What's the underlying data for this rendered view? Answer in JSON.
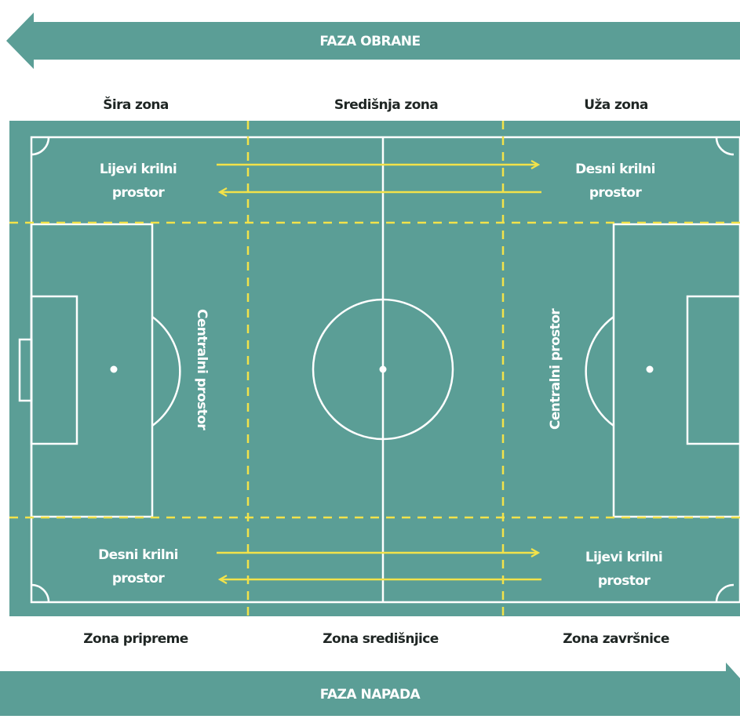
{
  "top_banner": {
    "label": "FAZA OBRANE",
    "direction": "left"
  },
  "bottom_banner": {
    "label": "FAZA NAPADA",
    "direction": "right"
  },
  "top_zones": [
    "Šira zona",
    "Središnja zona",
    "Uža zona"
  ],
  "bottom_zones": [
    "Zona pripreme",
    "Zona središnjice",
    "Zona završnice"
  ],
  "pitch": {
    "top_left_label": [
      "Lijevi krilni",
      "prostor"
    ],
    "top_right_label": [
      "Desni krilni",
      "prostor"
    ],
    "bottom_left_label": [
      "Desni krilni",
      "prostor"
    ],
    "bottom_right_label": [
      "Lijevi krilni",
      "prostor"
    ],
    "central_left_label": "Centralni prostor",
    "central_right_label": "Centralni prostor"
  },
  "colors": {
    "pitch": "#5b9e96",
    "banner": "#5b9e96",
    "lines": "#ffffff",
    "zone_dash": "#f2e24a",
    "arrows": "#f2e24a",
    "zone_text": "#1f2624"
  }
}
